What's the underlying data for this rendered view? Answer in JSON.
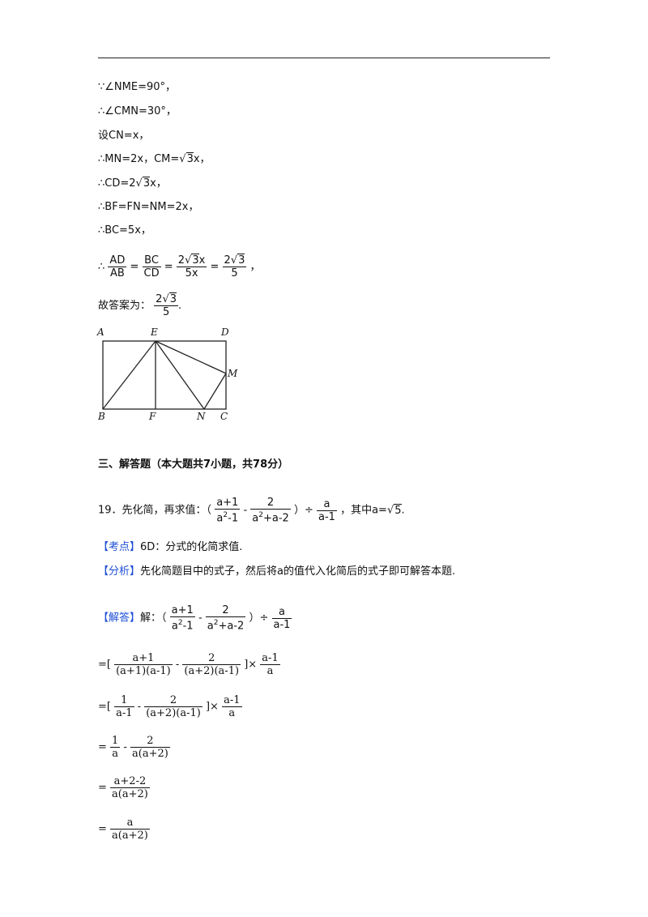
{
  "lines": {
    "l1": "∵∠NME=90°，",
    "l2": "∴∠CMN=30°，",
    "l3": "设CN=x，",
    "l4a": "∴MN=2x，CM=",
    "l4b": "3",
    "l4c": "x，",
    "l5a": "∴CD=2",
    "l5b": "3",
    "l5c": "x，",
    "l6": "∴BF=FN=NM=2x，",
    "l7": "∴BC=5x，"
  },
  "ratio": {
    "prefix": "∴",
    "f1_num": "AD",
    "f1_den": "AB",
    "eq": "=",
    "f2_num": "BC",
    "f2_den": "CD",
    "f3_num_a": "2",
    "f3_num_b": "3",
    "f3_num_c": "x",
    "f3_den": "5x",
    "f4_num_a": "2",
    "f4_num_b": "3",
    "f4_den": "5",
    "suffix": "，"
  },
  "answer": {
    "label": "故答案为：",
    "num_a": "2",
    "num_b": "3",
    "den": "5",
    "suffix": "."
  },
  "figure": {
    "labels": {
      "A": "A",
      "E": "E",
      "D": "D",
      "M": "M",
      "B": "B",
      "F": "F",
      "N": "N",
      "C": "C"
    }
  },
  "section_title": "三、解答题（本大题共7小题，共78分）",
  "q19": {
    "prefix": "19．先化简，再求值：（",
    "f1_num": "a+1",
    "f1_den_a": "a",
    "f1_den_exp": "2",
    "f1_den_b": "-1",
    "minus": " - ",
    "f2_num": "2",
    "f2_den_a": "a",
    "f2_den_exp": "2",
    "f2_den_b": "+a-2",
    "div": "）÷",
    "f3_num": "a",
    "f3_den": "a-1",
    "where": "，其中a=",
    "root": "5",
    "end": "."
  },
  "kaodian": {
    "tag": "【考点】",
    "text": "6D：分式的化简求值."
  },
  "fenxi": {
    "tag": "【分析】",
    "text": "先化简题目中的式子，然后将a的值代入化简后的式子即可解答本题."
  },
  "jieda": {
    "tag": "【解答】",
    "label": "解：（",
    "f1_num": "a+1",
    "f1_den_a": "a",
    "f1_den_exp": "2",
    "f1_den_b": "-1",
    "minus": " - ",
    "f2_num": "2",
    "f2_den_a": "a",
    "f2_den_exp": "2",
    "f2_den_b": "+a-2",
    "div": "）÷",
    "f3_num": "a",
    "f3_den": "a-1"
  },
  "step1": {
    "lead": "=[",
    "f1_num": "a+1",
    "f1_den": "(a+1)(a-1)",
    "minus": "-",
    "f2_num": "2",
    "f2_den": "(a+2)(a-1)",
    "close": "]×",
    "f3_num": "a-1",
    "f3_den": "a"
  },
  "step2": {
    "lead": "=[",
    "f1_num": "1",
    "f1_den": "a-1",
    "minus": "-",
    "f2_num": "2",
    "f2_den": "(a+2)(a-1)",
    "close": "]×",
    "f3_num": "a-1",
    "f3_den": "a"
  },
  "step3": {
    "lead": "=",
    "f1_num": "1",
    "f1_den": "a",
    "minus": "-",
    "f2_num": "2",
    "f2_den": "a(a+2)"
  },
  "step4": {
    "lead": "=",
    "num": "a+2-2",
    "den": "a(a+2)"
  },
  "step5": {
    "lead": "=",
    "num": "a",
    "den": "a(a+2)"
  }
}
